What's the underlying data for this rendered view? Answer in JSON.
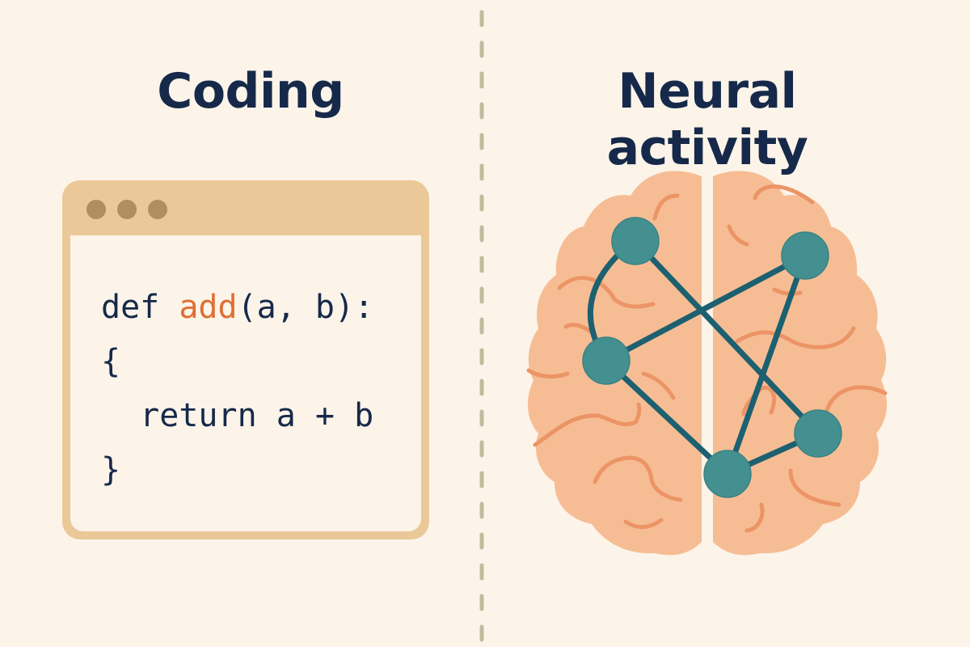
{
  "left_panel": {
    "title": "Coding",
    "code_window": {
      "window_dots": [
        "dot-1",
        "dot-2",
        "dot-3"
      ],
      "lines": {
        "l1_keyword": "def ",
        "l1_function": "add",
        "l1_rest": "(a, b):",
        "l2": "{",
        "l3": "  return a + b",
        "l4": "}"
      }
    }
  },
  "right_panel": {
    "title": "Neural activity",
    "illustration": "brain-network-icon",
    "nodes": 5
  },
  "colors": {
    "background": "#fcf4e9",
    "title_text": "#16294a",
    "window_frame": "#ebc898",
    "window_dots": "#b08e5e",
    "function_highlight": "#df6f33",
    "brain_fill": "#f6bd94",
    "brain_folds": "#ec9466",
    "network_nodes": "#448f90",
    "network_edges": "#1d6070",
    "divider": "#c1bb9e"
  }
}
